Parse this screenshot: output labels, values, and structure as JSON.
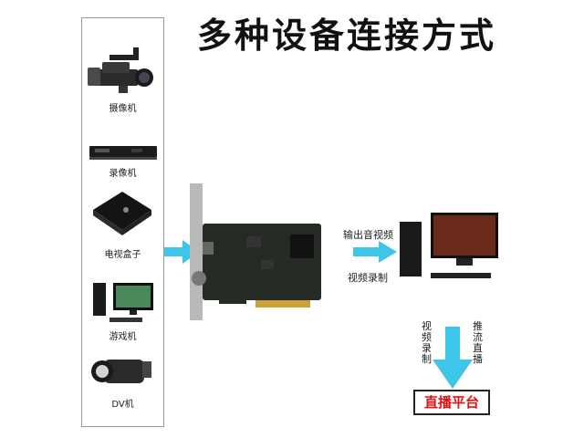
{
  "title": "多种设备连接方式",
  "devices": [
    {
      "label": "摄像机",
      "icon": "video-camera-icon"
    },
    {
      "label": "录像机",
      "icon": "video-recorder-icon"
    },
    {
      "label": "电视盒子",
      "icon": "tv-box-icon"
    },
    {
      "label": "游戏机",
      "icon": "game-console-icon"
    },
    {
      "label": "DV机",
      "icon": "dv-camera-icon"
    }
  ],
  "center": {
    "icon": "capture-card-icon"
  },
  "flow_labels": {
    "output": "输出音视频",
    "record": "视频录制"
  },
  "computer": {
    "icon": "desktop-computer-icon"
  },
  "down_labels": {
    "left": "视频录制",
    "right": "推流直播"
  },
  "platform": {
    "label": "直播平台"
  },
  "colors": {
    "arrow": "#3ec6e8",
    "platform_text": "#e01010",
    "border": "#9a9a9a"
  }
}
